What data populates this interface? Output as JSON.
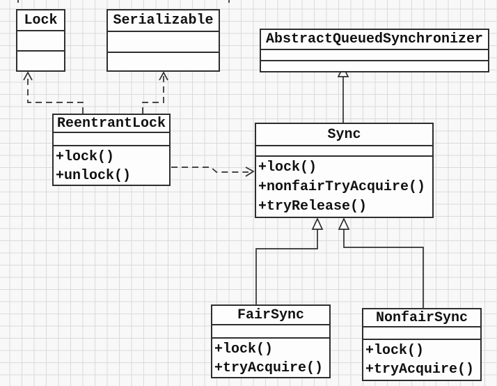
{
  "diagram": {
    "classes": {
      "lock": {
        "name": "Lock",
        "attributes": [],
        "methods": []
      },
      "serializable": {
        "name": "Serializable",
        "attributes": [],
        "methods": []
      },
      "aqs": {
        "name": "AbstractQueuedSynchronizer",
        "attributes": [],
        "methods": []
      },
      "reentrantlock": {
        "name": "ReentrantLock",
        "attributes": [],
        "methods": [
          "+lock()",
          "+unlock()"
        ]
      },
      "sync": {
        "name": "Sync",
        "attributes": [],
        "methods": [
          "+lock()",
          "+nonfairTryAcquire()",
          "+tryRelease()"
        ]
      },
      "fairsync": {
        "name": "FairSync",
        "attributes": [],
        "methods": [
          "+lock()",
          "+tryAcquire()"
        ]
      },
      "nonfairsync": {
        "name": "NonfairSync",
        "attributes": [],
        "methods": [
          "+lock()",
          "+tryAcquire()"
        ]
      }
    },
    "relationships": [
      {
        "from": "ReentrantLock",
        "to": "Lock",
        "type": "realization",
        "line": "dashed",
        "arrowhead": "open-arrow"
      },
      {
        "from": "ReentrantLock",
        "to": "Serializable",
        "type": "realization",
        "line": "dashed",
        "arrowhead": "open-arrow"
      },
      {
        "from": "ReentrantLock",
        "to": "Sync",
        "type": "dependency",
        "line": "dashed",
        "arrowhead": "open-arrow"
      },
      {
        "from": "Sync",
        "to": "AbstractQueuedSynchronizer",
        "type": "generalization",
        "line": "solid",
        "arrowhead": "hollow-triangle"
      },
      {
        "from": "FairSync",
        "to": "Sync",
        "type": "generalization",
        "line": "solid",
        "arrowhead": "hollow-triangle"
      },
      {
        "from": "NonfairSync",
        "to": "Sync",
        "type": "generalization",
        "line": "solid",
        "arrowhead": "hollow-triangle"
      }
    ],
    "colors": {
      "background": "#f8f8f8",
      "grid": "#dadada",
      "box_fill": "#fdfdfd",
      "line": "#2e2e2e",
      "text": "#111111"
    }
  }
}
